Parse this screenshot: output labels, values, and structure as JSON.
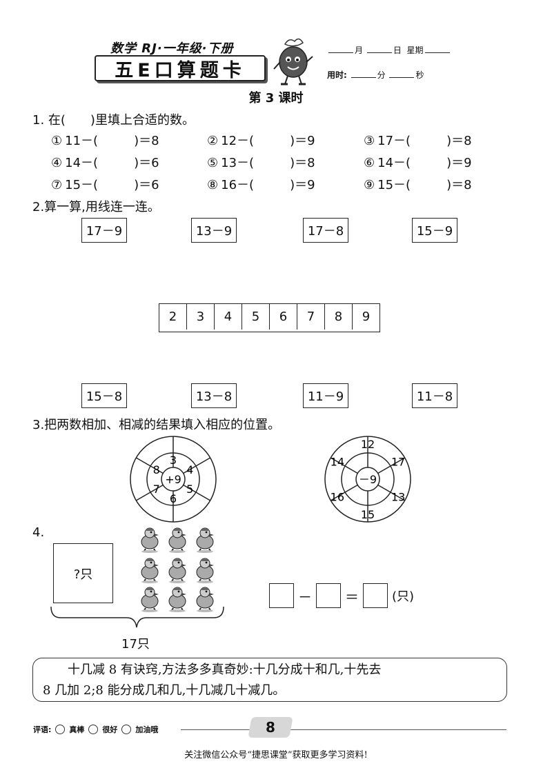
{
  "header": {
    "subject": "数学 RJ·一年级·下册",
    "card_title": "五E口算题卡",
    "date_month": "月",
    "date_day": "日",
    "date_weekday": "星期",
    "time_label": "用时:",
    "time_min": "分",
    "time_sec": "秒",
    "lesson": "第 3 课时"
  },
  "q1": {
    "title": "1. 在(　　)里填上合适的数。",
    "items": [
      {
        "n": "①",
        "left": "11－(",
        "right": ")＝8"
      },
      {
        "n": "②",
        "left": "12－(",
        "right": ")＝9"
      },
      {
        "n": "③",
        "left": "17－(",
        "right": ")＝8"
      },
      {
        "n": "④",
        "left": "14－(",
        "right": ")＝6"
      },
      {
        "n": "⑤",
        "left": "13－(",
        "right": ")＝8"
      },
      {
        "n": "⑥",
        "left": "14－(",
        "right": ")＝9"
      },
      {
        "n": "⑦",
        "left": "15－(",
        "right": ")＝6"
      },
      {
        "n": "⑧",
        "left": "16－(",
        "right": ")＝9"
      },
      {
        "n": "⑨",
        "left": "15－(",
        "right": ")＝8"
      }
    ]
  },
  "q2": {
    "title": "2.算一算,用线连一连。",
    "top": [
      "17－9",
      "13－9",
      "17－8",
      "15－9"
    ],
    "numbers": [
      "2",
      "3",
      "4",
      "5",
      "6",
      "7",
      "8",
      "9"
    ],
    "bottom": [
      "15－8",
      "13－8",
      "11－9",
      "11－8"
    ]
  },
  "q3": {
    "title": "3.把两数相加、相减的结果填入相应的位置。",
    "wheel1": {
      "center": "+9",
      "inner": [
        "3",
        "4",
        "5",
        "6",
        "7",
        "8"
      ]
    },
    "wheel2": {
      "center": "－9",
      "outer": [
        "12",
        "17",
        "13",
        "15",
        "16",
        "14"
      ]
    }
  },
  "q4": {
    "label": "4.",
    "box_text": "?只",
    "total": "17只",
    "unit": "(只)",
    "minus": "－",
    "equals": "＝"
  },
  "tip": {
    "line1": "十几减 8 有诀窍,方法多多真奇妙:十几分成十和几,十先去",
    "line2": "8 几加 2;8 能分成几和几,十几减几十减几。"
  },
  "footer": {
    "eval_label": "评语:",
    "eval1": "真棒",
    "eval2": "很好",
    "eval3": "加油哦",
    "page": "8",
    "note": "关注微信公众号“捷思课堂”获取更多学习资料!"
  }
}
